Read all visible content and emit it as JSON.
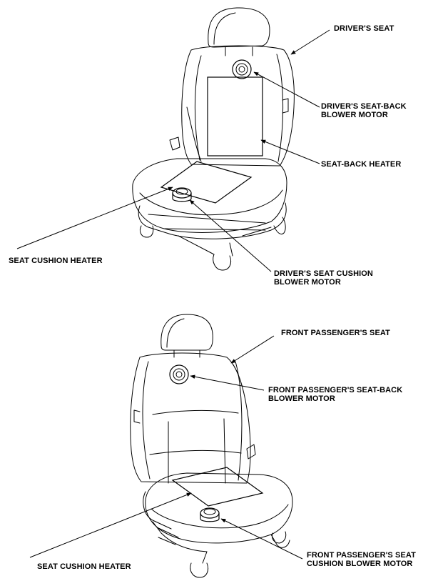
{
  "driver": {
    "seat": "DRIVER'S SEAT",
    "seatback_blower": [
      "DRIVER'S SEAT-BACK",
      "BLOWER MOTOR"
    ],
    "seatback_heater": "SEAT-BACK HEATER",
    "cushion_heater": "SEAT CUSHION HEATER",
    "cushion_blower": [
      "DRIVER'S SEAT CUSHION",
      "BLOWER MOTOR"
    ]
  },
  "passenger": {
    "seat": "FRONT PASSENGER'S SEAT",
    "seatback_blower": [
      "FRONT PASSENGER'S SEAT-BACK",
      "BLOWER MOTOR"
    ],
    "cushion_heater": "SEAT CUSHION HEATER",
    "cushion_blower": [
      "FRONT PASSENGER'S SEAT",
      "CUSHION BLOWER MOTOR"
    ]
  },
  "colors": {
    "ink": "#000000",
    "background": "#ffffff"
  }
}
